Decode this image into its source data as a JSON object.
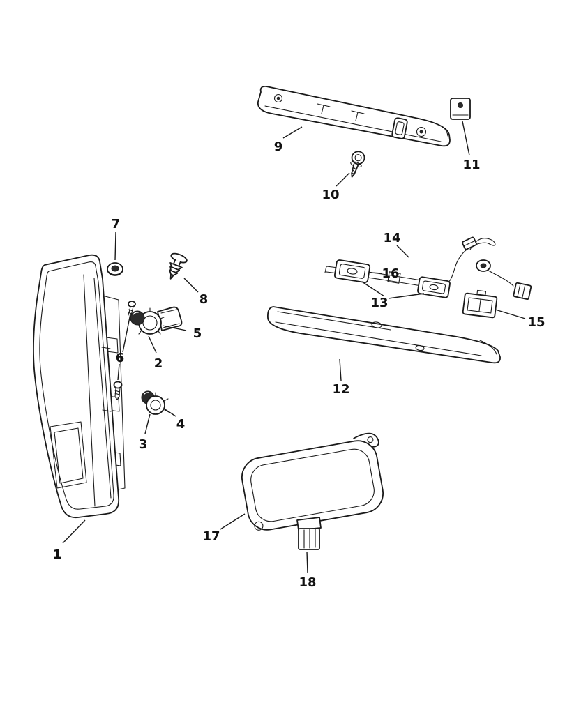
{
  "page": {
    "background": "#ffffff",
    "line_color": "#1a1a1a",
    "label_color": "#111111"
  },
  "callouts": [
    {
      "id": 1,
      "label": "1"
    },
    {
      "id": 2,
      "label": "2"
    },
    {
      "id": 3,
      "label": "3"
    },
    {
      "id": 4,
      "label": "4"
    },
    {
      "id": 5,
      "label": "5"
    },
    {
      "id": 6,
      "label": "6"
    },
    {
      "id": 7,
      "label": "7"
    },
    {
      "id": 8,
      "label": "8"
    },
    {
      "id": 9,
      "label": "9"
    },
    {
      "id": 10,
      "label": "10"
    },
    {
      "id": 11,
      "label": "11"
    },
    {
      "id": 12,
      "label": "12"
    },
    {
      "id": 13,
      "label": "13"
    },
    {
      "id": 14,
      "label": "14"
    },
    {
      "id": 15,
      "label": "15"
    },
    {
      "id": 16,
      "label": "16"
    },
    {
      "id": 17,
      "label": "17"
    },
    {
      "id": 18,
      "label": "18"
    }
  ]
}
